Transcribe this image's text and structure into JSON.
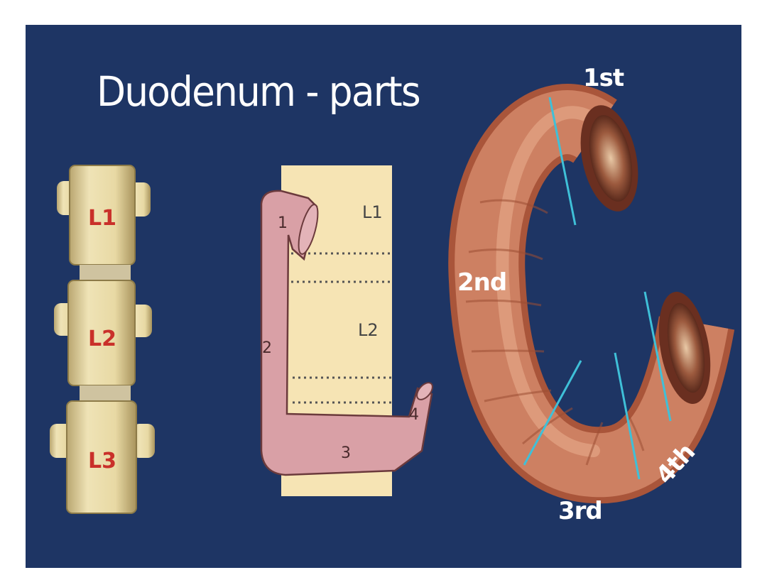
{
  "title": "Duodenum - parts",
  "colors": {
    "background": "#1e3564",
    "vertebra": "#e9dcaa",
    "schematic_panel": "#f6e4b4",
    "schematic_tube": "#d9a0a6",
    "duodenum": "#c8724d",
    "divider": "#3fc0d8"
  },
  "vertebrae": [
    "L1",
    "L2",
    "L3"
  ],
  "schematic": {
    "levels": [
      "L1",
      "L2"
    ],
    "parts": [
      "1",
      "2",
      "3",
      "4"
    ]
  },
  "duodenum_parts": [
    "1st",
    "2nd",
    "3rd",
    "4th"
  ]
}
